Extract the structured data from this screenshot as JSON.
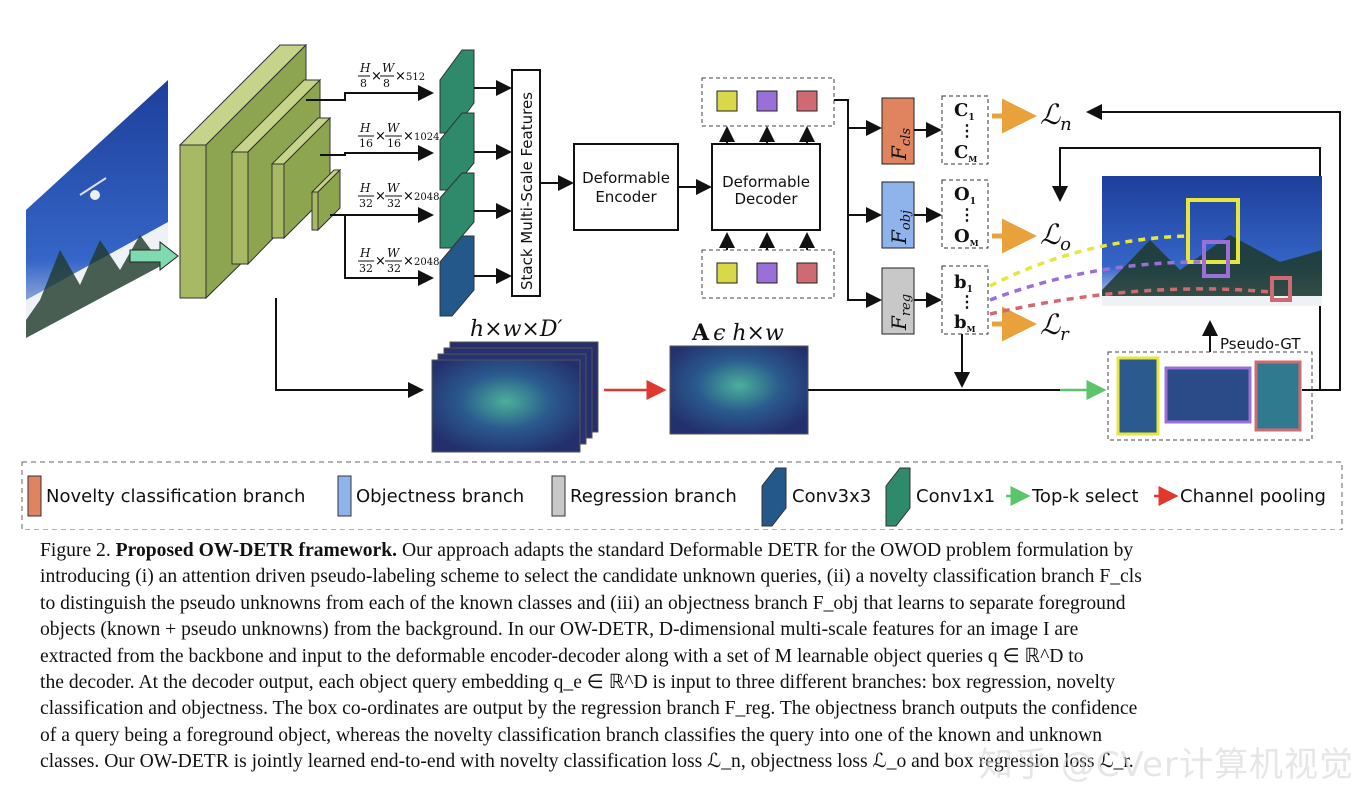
{
  "figure": {
    "scale_labels": [
      {
        "num_h": "H",
        "den_h": "8",
        "num_w": "W",
        "den_w": "8",
        "ch": "512"
      },
      {
        "num_h": "H",
        "den_h": "16",
        "num_w": "W",
        "den_w": "16",
        "ch": "1024"
      },
      {
        "num_h": "H",
        "den_h": "32",
        "num_w": "W",
        "den_w": "32",
        "ch": "2048"
      },
      {
        "num_h": "H",
        "den_h": "32",
        "num_w": "W",
        "den_w": "32",
        "ch": "2048"
      }
    ],
    "stack_label": "Stack Multi-Scale Features",
    "encoder_label_1": "Deformable",
    "encoder_label_2": "Encoder",
    "decoder_label_1": "Deformable",
    "decoder_label_2": "Decoder",
    "heads": {
      "cls": {
        "label": "F",
        "sub": "cls",
        "color": "#e0845f"
      },
      "obj": {
        "label": "F",
        "sub": "obj",
        "color": "#8fb4ec"
      },
      "reg": {
        "label": "F",
        "sub": "reg",
        "color": "#c8c8c8"
      }
    },
    "outputs": {
      "c1": "C",
      "c1_sub": "1",
      "cm": "C",
      "cm_sub": "M",
      "o1": "O",
      "o1_sub": "1",
      "om": "O",
      "om_sub": "M",
      "b1": "b",
      "b1_sub": "1",
      "bm": "b",
      "bm_sub": "M",
      "dots": "⋮"
    },
    "losses": {
      "n": {
        "symbol": "ℒ",
        "sub": "n"
      },
      "o": {
        "symbol": "ℒ",
        "sub": "o"
      },
      "r": {
        "symbol": "ℒ",
        "sub": "r"
      }
    },
    "feature_dim": "h×w×D′",
    "attention_label_A": "A",
    "attention_label_rest": "ϵ h×w",
    "pseudo_gt": "Pseudo-GT",
    "query_colors": [
      "#d8d84a",
      "#9a6fd8",
      "#d06a72"
    ],
    "colors": {
      "conv1x1": "#2e8a6a",
      "conv3x3": "#24588a",
      "backbone": "#a8b964",
      "arrow_orange": "#e9a23b",
      "arrow_green": "#5cc46a",
      "arrow_red": "#e0382e"
    }
  },
  "legend": [
    {
      "label": "Novelty classification branch",
      "color": "#e0845f"
    },
    {
      "label": "Objectness branch",
      "color": "#8fb4ec"
    },
    {
      "label": "Regression branch",
      "color": "#c8c8c8"
    },
    {
      "label": "Conv3x3",
      "color": "#24588a"
    },
    {
      "label": "Conv1x1",
      "color": "#2e8a6a"
    },
    {
      "label": "Top-k select",
      "color": "#5cc46a"
    },
    {
      "label": "Channel pooling",
      "color": "#e0382e"
    }
  ],
  "caption": {
    "prefix": "Figure 2.",
    "title": "Proposed OW-DETR framework.",
    "lines": [
      "Our approach adapts the standard Deformable DETR for the OWOD problem formulation by",
      "introducing (i) an attention driven pseudo-labeling scheme to select the candidate unknown queries, (ii) a novelty classification branch F_cls",
      "to distinguish the pseudo unknowns from each of the known classes and (iii) an objectness branch F_obj that learns to separate foreground",
      "objects (known + pseudo unknowns) from the background.  In our OW-DETR, D-dimensional multi-scale features for an image I are",
      "extracted from the backbone and input to the deformable encoder-decoder along with a set of M learnable object queries q ∈ ℝ^D to",
      "the decoder.  At the decoder output, each object query embedding q_e ∈ ℝ^D is input to three different branches: box regression, novelty",
      "classification and objectness. The box co-ordinates are output by the regression branch F_reg. The objectness branch outputs the confidence",
      "of a query being a foreground object, whereas the novelty classification branch classifies the query into one of the known and unknown",
      "classes. Our OW-DETR is jointly learned end-to-end with novelty classification loss ℒ_n, objectness loss ℒ_o and box regression loss ℒ_r."
    ]
  },
  "watermark": "知乎 @CVer计算机视觉"
}
